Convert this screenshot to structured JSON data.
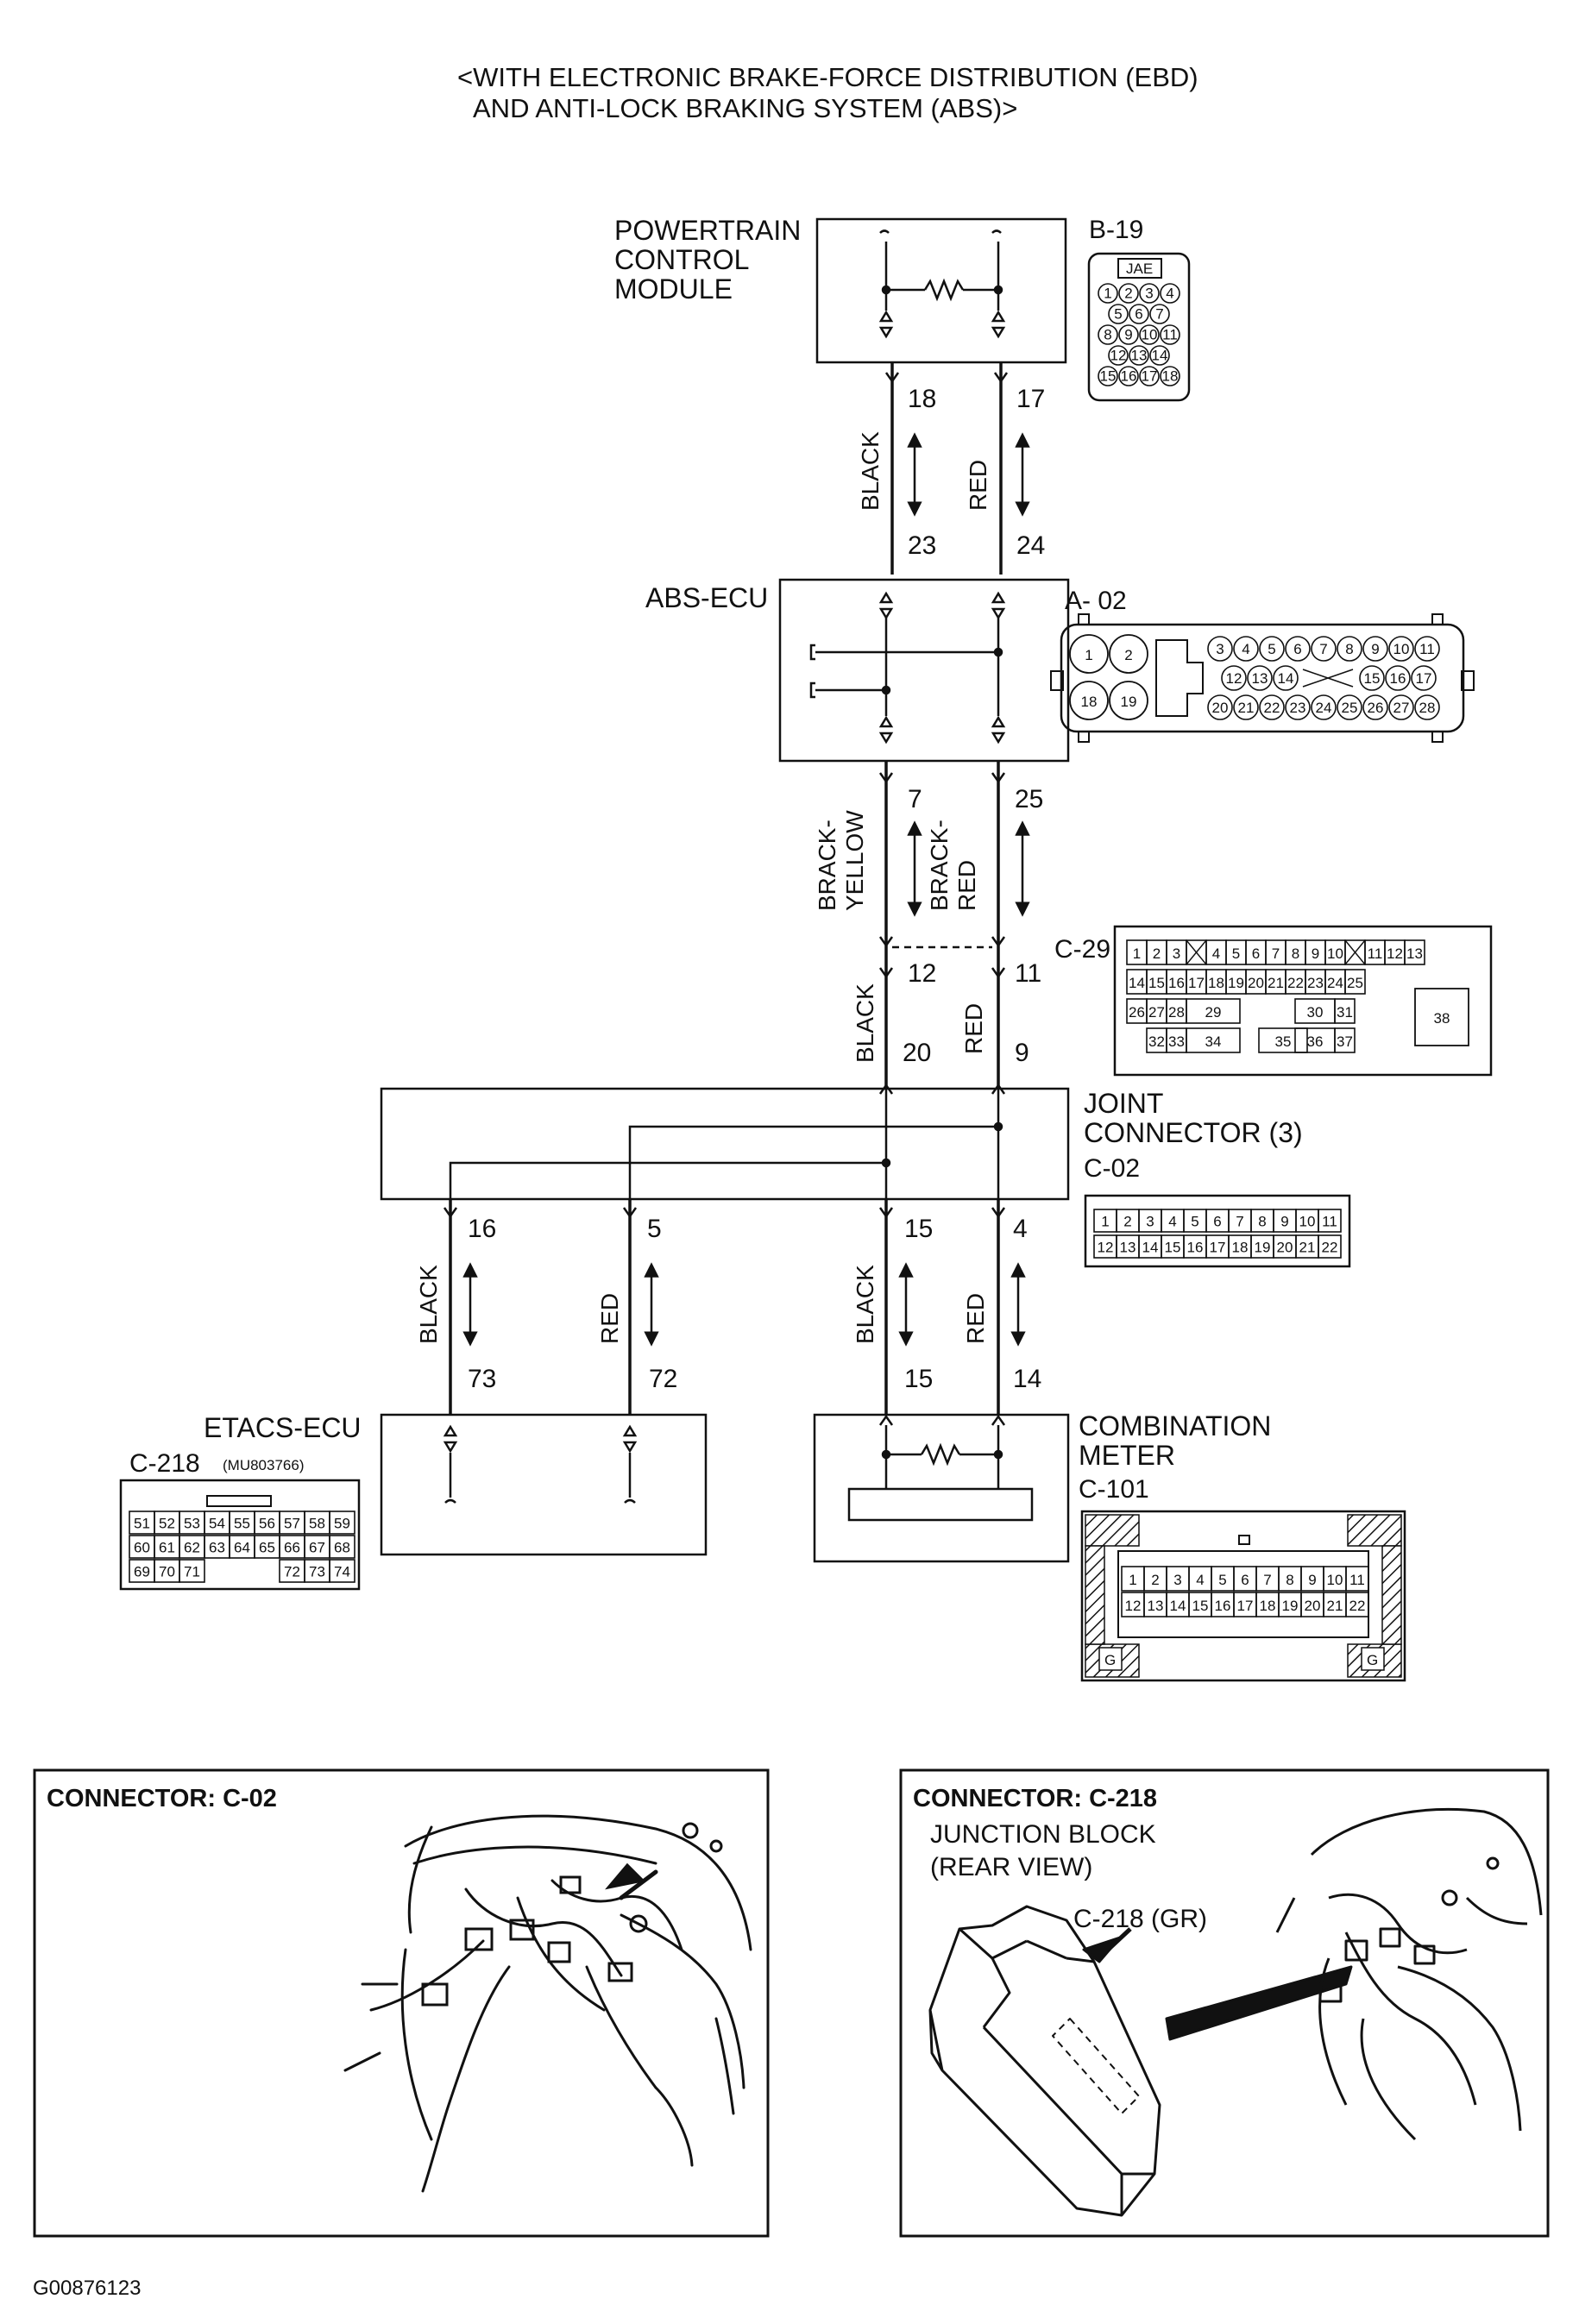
{
  "title": {
    "line1": "<WITH ELECTRONIC BRAKE-FORCE DISTRIBUTION (EBD)",
    "line2": "AND ANTI-LOCK BRAKING SYSTEM (ABS)>"
  },
  "modules": {
    "pcm": {
      "line1": "POWERTRAIN",
      "line2": "CONTROL",
      "line3": "MODULE",
      "connector": "B-19",
      "connector_brand": "JAE"
    },
    "abs": {
      "label": "ABS-ECU",
      "connector": "A- 02"
    },
    "joint": {
      "line1": "JOINT",
      "line2": "CONNECTOR (3)",
      "connector": "C-02"
    },
    "etacs": {
      "label": "ETACS-ECU",
      "connector": "C-218",
      "part_no": "(MU803766)"
    },
    "meter": {
      "line1": "COMBINATION",
      "line2": "METER",
      "connector": "C-101"
    },
    "inline": {
      "connector": "C-29"
    }
  },
  "pins": {
    "pcm_black": "18",
    "pcm_red": "17",
    "abs_black_top": "23",
    "abs_red_top": "24",
    "abs_black_bottom": "7",
    "abs_red_bottom": "25",
    "c29_black": "12",
    "c29_red": "11",
    "joint_black_top": "20",
    "joint_red_top": "9",
    "joint_out_16": "16",
    "joint_out_5": "5",
    "joint_out_15": "15",
    "joint_out_4": "4",
    "etacs_black": "73",
    "etacs_red": "72",
    "meter_black": "15",
    "meter_red": "14"
  },
  "wire_colors": {
    "black": "BLACK",
    "red": "RED",
    "brack_yellow_1": "BRACK-",
    "brack_yellow_2": "YELLOW",
    "brack_red_1": "BRACK-",
    "brack_red_2": "RED"
  },
  "connector_pins": {
    "b19": [
      "1",
      "2",
      "3",
      "4",
      "5",
      "6",
      "7",
      "8",
      "9",
      "10",
      "11",
      "12",
      "13",
      "14",
      "15",
      "16",
      "17",
      "18"
    ],
    "a02_big": [
      "1",
      "2",
      "18",
      "19"
    ],
    "a02_row1": [
      "3",
      "4",
      "5",
      "6",
      "7",
      "8",
      "9",
      "10",
      "11"
    ],
    "a02_row2a": [
      "12",
      "13",
      "14"
    ],
    "a02_row2b": [
      "15",
      "16",
      "17"
    ],
    "a02_row3": [
      "20",
      "21",
      "22",
      "23",
      "24",
      "25",
      "26",
      "27",
      "28"
    ],
    "c29_row1": [
      "1",
      "2",
      "3",
      "",
      "4",
      "5",
      "6",
      "7",
      "8",
      "9",
      "10",
      "",
      "11",
      "12",
      "13"
    ],
    "c29_row2": [
      "14",
      "15",
      "16",
      "17",
      "18",
      "19",
      "20",
      "21",
      "22",
      "23",
      "24",
      "25"
    ],
    "c29_row3": [
      "26",
      "27",
      "28",
      "29",
      "30",
      "31"
    ],
    "c29_row4": [
      "32",
      "33",
      "34",
      "35",
      "36",
      "37"
    ],
    "c29_big": "38",
    "c02_row1": [
      "1",
      "2",
      "3",
      "4",
      "5",
      "6",
      "7",
      "8",
      "9",
      "10",
      "11"
    ],
    "c02_row2": [
      "12",
      "13",
      "14",
      "15",
      "16",
      "17",
      "18",
      "19",
      "20",
      "21",
      "22"
    ],
    "c218_row1": [
      "51",
      "52",
      "53",
      "54",
      "55",
      "56",
      "57",
      "58",
      "59"
    ],
    "c218_row2": [
      "60",
      "61",
      "62",
      "63",
      "64",
      "65",
      "66",
      "67",
      "68"
    ],
    "c218_row3a": [
      "69",
      "70",
      "71"
    ],
    "c218_row3b": [
      "72",
      "73",
      "74"
    ],
    "c101_row1": [
      "1",
      "2",
      "3",
      "4",
      "5",
      "6",
      "7",
      "8",
      "9",
      "10",
      "11"
    ],
    "c101_row2": [
      "12",
      "13",
      "14",
      "15",
      "16",
      "17",
      "18",
      "19",
      "20",
      "21",
      "22"
    ],
    "c101_marks": [
      "G",
      "G"
    ]
  },
  "locator_left": {
    "title": "CONNECTOR: C-02"
  },
  "locator_right": {
    "title": "CONNECTOR: C-218",
    "desc1": "JUNCTION BLOCK",
    "desc2": "(REAR VIEW)",
    "callout": "C-218 (GR)"
  },
  "figure_id": "G00876123"
}
